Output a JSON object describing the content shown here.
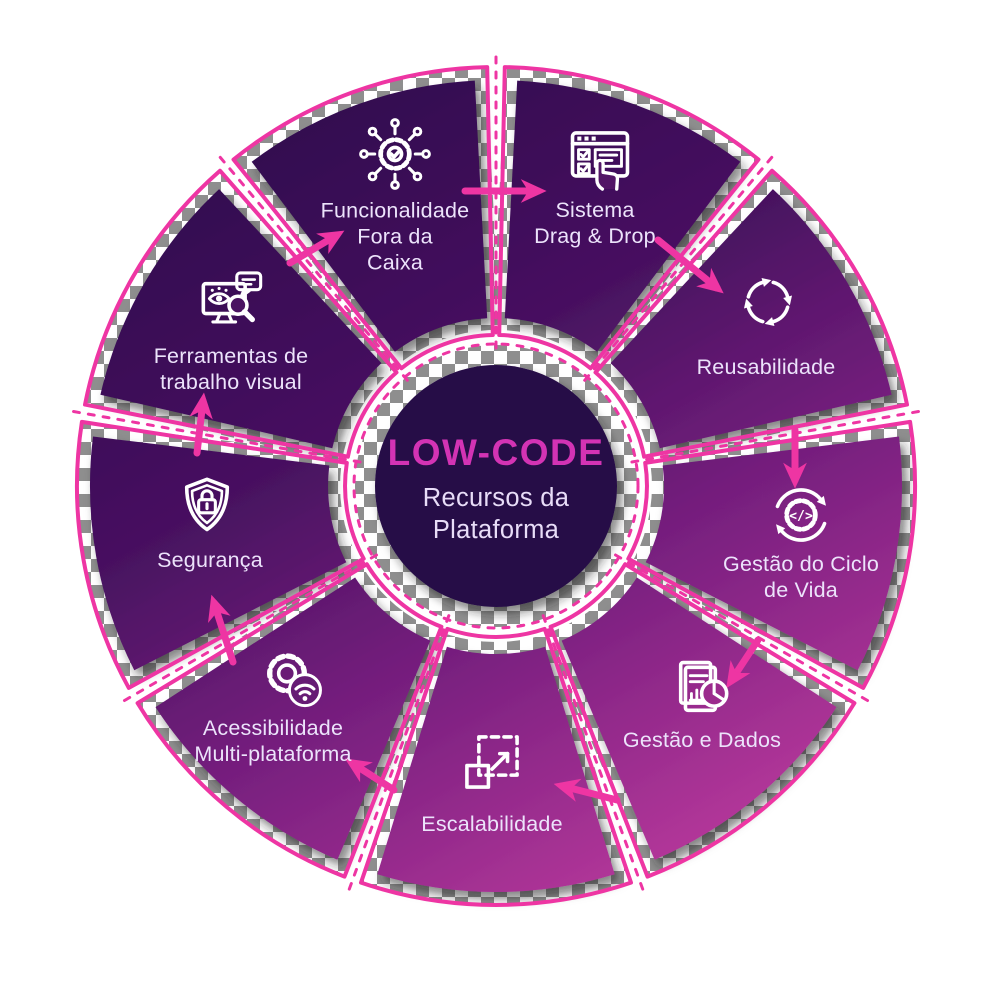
{
  "diagram": {
    "center": {
      "title": "LOW-CODE",
      "subtitle": "Recursos da Plataforma"
    },
    "segments": [
      {
        "id": "sistema-drag-drop",
        "label_lines": [
          "Sistema",
          "Drag & Drop"
        ],
        "icon": "drag-drop-icon"
      },
      {
        "id": "reusabilidade",
        "label_lines": [
          "Reusabilidade"
        ],
        "icon": "reuse-icon"
      },
      {
        "id": "gestao-ciclo-vida",
        "label_lines": [
          "Gestão do Ciclo",
          "de Vida"
        ],
        "icon": "lifecycle-icon"
      },
      {
        "id": "gestao-dados",
        "label_lines": [
          "Gestão e Dados"
        ],
        "icon": "data-report-icon"
      },
      {
        "id": "escalabilidade",
        "label_lines": [
          "Escalabilidade"
        ],
        "icon": "scalability-icon"
      },
      {
        "id": "acessibilidade-multiplataforma",
        "label_lines": [
          "Acessibilidade",
          "Multi-plataforma"
        ],
        "icon": "multiplatform-icon"
      },
      {
        "id": "seguranca",
        "label_lines": [
          "Segurança"
        ],
        "icon": "shield-lock-icon"
      },
      {
        "id": "ferramentas-trabalho-visual",
        "label_lines": [
          "Ferramentas de",
          "trabalho visual"
        ],
        "icon": "visual-tools-icon"
      },
      {
        "id": "funcionalidade-fora-caixa",
        "label_lines": [
          "Funcionalidade",
          "Fora da",
          "Caixa"
        ],
        "icon": "integration-icon"
      }
    ],
    "flow": {
      "direction": "clockwise",
      "arrow_count": 9
    }
  },
  "colors": {
    "accent_pink": "#ee35a3",
    "title_pink": "#d333b4",
    "center_fill": "#270c46",
    "gradient_dark": "#2f0a4d",
    "gradient_mid1": "#471160",
    "gradient_mid2": "#7a2080",
    "gradient_bright": "#c93fa3",
    "label_text": "#ece3fb",
    "checker_gray": "#8e8e8e"
  }
}
